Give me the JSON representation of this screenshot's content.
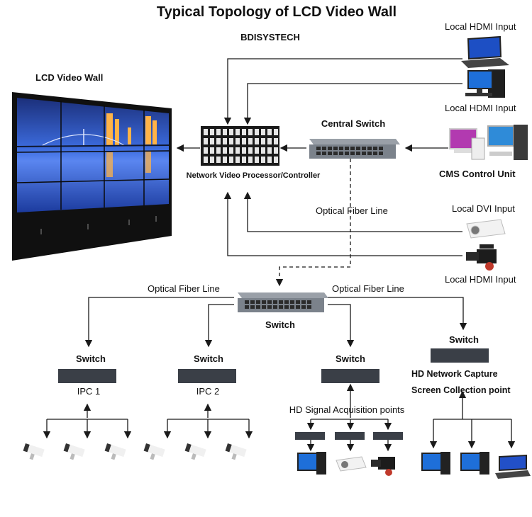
{
  "title": "Typical Topology of LCD Video Wall",
  "brand": "BDISYSTECH",
  "labels": {
    "video_wall": "LCD Video Wall",
    "processor": "Network Video Processor/Controller",
    "central_switch": "Central Switch",
    "cms_unit": "CMS Control Unit",
    "hdmi_input_1": "Local HDMI Input",
    "hdmi_input_2": "Local HDMI Input",
    "dvi_input": "Local DVI Input",
    "hdmi_input_3": "Local HDMI Input",
    "fiber_line_center": "Optical Fiber Line",
    "fiber_line_left": "Optical Fiber Line",
    "fiber_line_right": "Optical Fiber Line",
    "switch_main": "Switch",
    "switch_1": "Switch",
    "switch_2": "Switch",
    "switch_3": "Switch",
    "switch_4": "Switch",
    "ipc_1": "IPC 1",
    "ipc_2": "IPC 2",
    "hd_signal": "HD Signal Acquisition points",
    "hd_capture_1": "HD Network Capture",
    "hd_capture_2": "Screen Collection point"
  },
  "icons": [
    "laptop-icon",
    "desktop-pc-icon",
    "pc-set-icon",
    "projector-icon",
    "camcorder-icon",
    "network-switch-icon",
    "cctv-camera-icon",
    "video-wall-icon",
    "video-processor-icon"
  ],
  "colors": {
    "line": "#1a1a1a",
    "switch_body": "#3a3f47",
    "wall_sky": "#2a53c9",
    "wall_base": "#141414"
  }
}
